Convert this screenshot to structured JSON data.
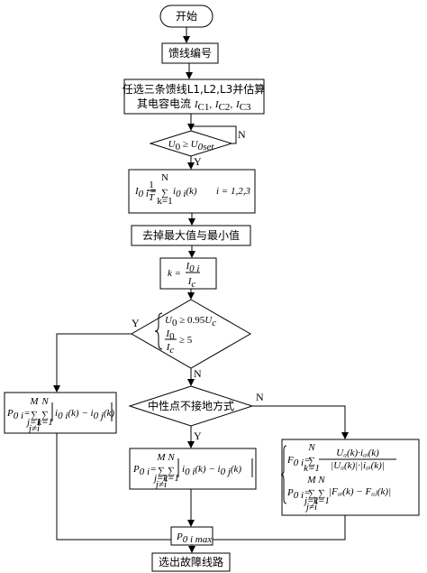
{
  "nodes": {
    "start": "开始",
    "feeder_no": "馈线编号",
    "select_line1": "任选三条馈线L1,L2,L3并估算",
    "select_line2_prefix": "其电容电流 ",
    "ic1": "I",
    "ic1_sub": "C1",
    "ic2": "I",
    "ic2_sub": "C2",
    "ic3": "I",
    "ic3_sub": "C3",
    "cond_u0": "U",
    "cond_u0_sub": "0",
    "cond_ge": " ≥ ",
    "cond_u0set": "U",
    "cond_u0set_sub": "0set",
    "avg_lhs": "I",
    "avg_lhs_sub": "0 i",
    "avg_eq": "=",
    "avg_num": "1",
    "avg_den": "T",
    "avg_sum_top": "N",
    "avg_sum_bot": "k=1",
    "avg_term": "i",
    "avg_term_sub": "0 i",
    "avg_term_arg": "(k)",
    "avg_range": "i = 1,2,3",
    "remove_minmax": "去掉最大值与最小值",
    "k_lhs": "k =",
    "k_num": "I",
    "k_num_sub": "0 i",
    "k_den": "I",
    "k_den_sub": "c",
    "dec1_line1": "U",
    "dec1_line1_sub": "0",
    "dec1_line1_rest": " ≥ 0.95",
    "dec1_line1_u": "U",
    "dec1_line1_u_sub": "c",
    "dec1_num": "I",
    "dec1_num_sub": "0",
    "dec1_den": "I",
    "dec1_den_sub": "c",
    "dec1_ge": "≥ 5",
    "neutral_question": "中性点不接地方式",
    "left_p": "P",
    "left_p_sub": "0 i",
    "mid_p": "P",
    "mid_p_sub": "0 i",
    "sum_top_m": "M",
    "sum_bot_j": "j=1",
    "sum_bot_jne": "j≠i",
    "sum_top_n": "N",
    "sum_bot_k": "k=1",
    "abs_left_inner": "i",
    "abs_left_inner_sub": "0 i",
    "abs_mid_inner": "i",
    "abs_mid_inner_sub": "0 i",
    "abs_arg": "(k) − i",
    "abs_arg_sub": "0 j",
    "abs_arg_end": "(k)",
    "right_f": "F",
    "right_f_sub": "0 i",
    "right_f_num": "U₀(k)·i₀ᵢ(k)",
    "right_f_den": "|U₀(k)|·|i₀ᵢ(k)|",
    "right_p": "P",
    "right_p_sub": "0 i",
    "right_p_abs": "|F₀ᵢ(k) − F₀ⱼ(k)|",
    "pmax": "P",
    "pmax_sub": "0 i max",
    "select_fault": "选出故障线路"
  },
  "labels": {
    "n1": "N",
    "y1": "Y",
    "y2": "Y",
    "n2": "N",
    "n3": "N",
    "y3": "Y"
  }
}
